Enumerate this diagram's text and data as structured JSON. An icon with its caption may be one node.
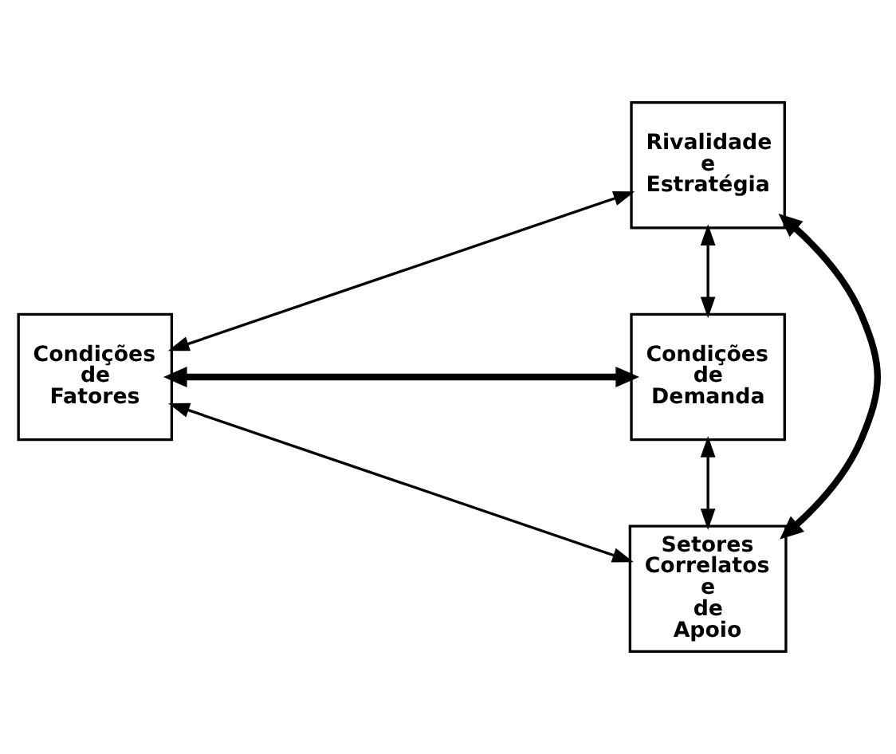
{
  "diagram": {
    "nodes": [
      {
        "text": [
          "Rivalidade e Estratégia"
        ]
      },
      {
        "text": [
          "Condições de Fatores"
        ]
      },
      {
        "text": [
          "Condições de Demanda"
        ]
      },
      {
        "text": [
          "Setores Correlatos e de Apoio"
        ]
      }
    ],
    "edges": [
      {
        "from": 0,
        "to": 1,
        "arrow": "both"
      },
      {
        "from": 0,
        "to": 2,
        "arrow": "both"
      },
      {
        "from": 1,
        "to": 3,
        "arrow": "both"
      },
      {
        "from": 2,
        "to": 3,
        "arrow": "both"
      },
      {
        "from": 0,
        "to": 3,
        "arrow": "both",
        "style": "thick"
      },
      {
        "from": 1,
        "to": 2,
        "arrow": "both",
        "style": "thick"
      }
    ]
  }
}
